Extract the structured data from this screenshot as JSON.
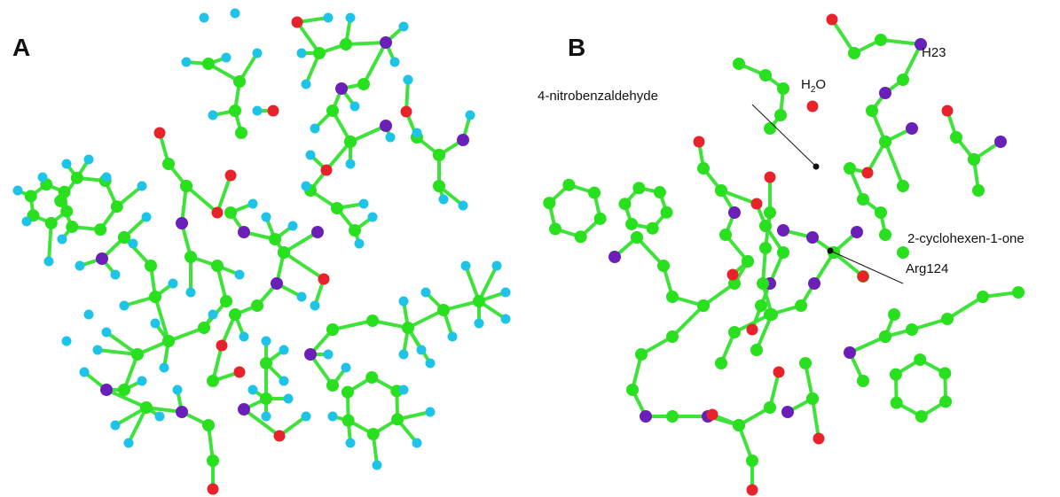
{
  "panels": [
    {
      "letter": "A"
    },
    {
      "letter": "B"
    }
  ],
  "labels": {
    "aldehyde": "4-nitrobenzaldehyde",
    "water_base": "H",
    "water_sub": "2",
    "water_o": "O",
    "his": "H23",
    "enone": "2-cyclohexen-1-one",
    "arg": "Arg124"
  },
  "colors": {
    "carbon": "#29e01f",
    "carbon_bond": "#3fe23a",
    "hydrogen": "#1ec4e8",
    "oxygen": "#e8222a",
    "nitrogen": "#6a1fb8",
    "pointer": "#111111"
  }
}
